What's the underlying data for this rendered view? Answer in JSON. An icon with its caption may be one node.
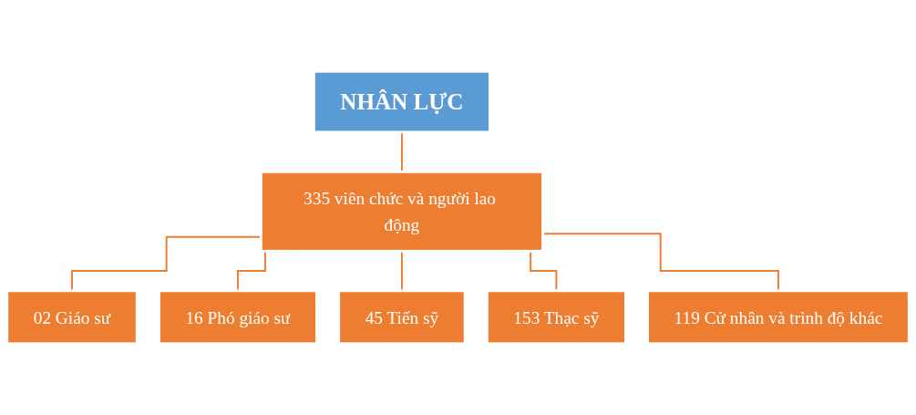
{
  "diagram": {
    "nodes": [
      {
        "text": [
          "NHÂN LỰC"
        ]
      },
      {
        "text": [
          "335 viên chức và người lao động"
        ]
      },
      {
        "text": [
          "02 Giáo sư"
        ]
      },
      {
        "text": [
          "16 Phó giáo sư"
        ]
      },
      {
        "text": [
          "45 Tiến sỹ"
        ]
      },
      {
        "text": [
          "153 Thạc sỹ"
        ]
      },
      {
        "text": [
          "119 Cử nhân và trình độ khác"
        ]
      }
    ],
    "edges": [
      {
        "from": 0,
        "to": 1,
        "arrow": "none"
      },
      {
        "from": 1,
        "to": 2,
        "arrow": "none"
      },
      {
        "from": 1,
        "to": 3,
        "arrow": "none"
      },
      {
        "from": 1,
        "to": 4,
        "arrow": "none"
      },
      {
        "from": 1,
        "to": 5,
        "arrow": "none"
      },
      {
        "from": 1,
        "to": 6,
        "arrow": "none"
      }
    ]
  }
}
